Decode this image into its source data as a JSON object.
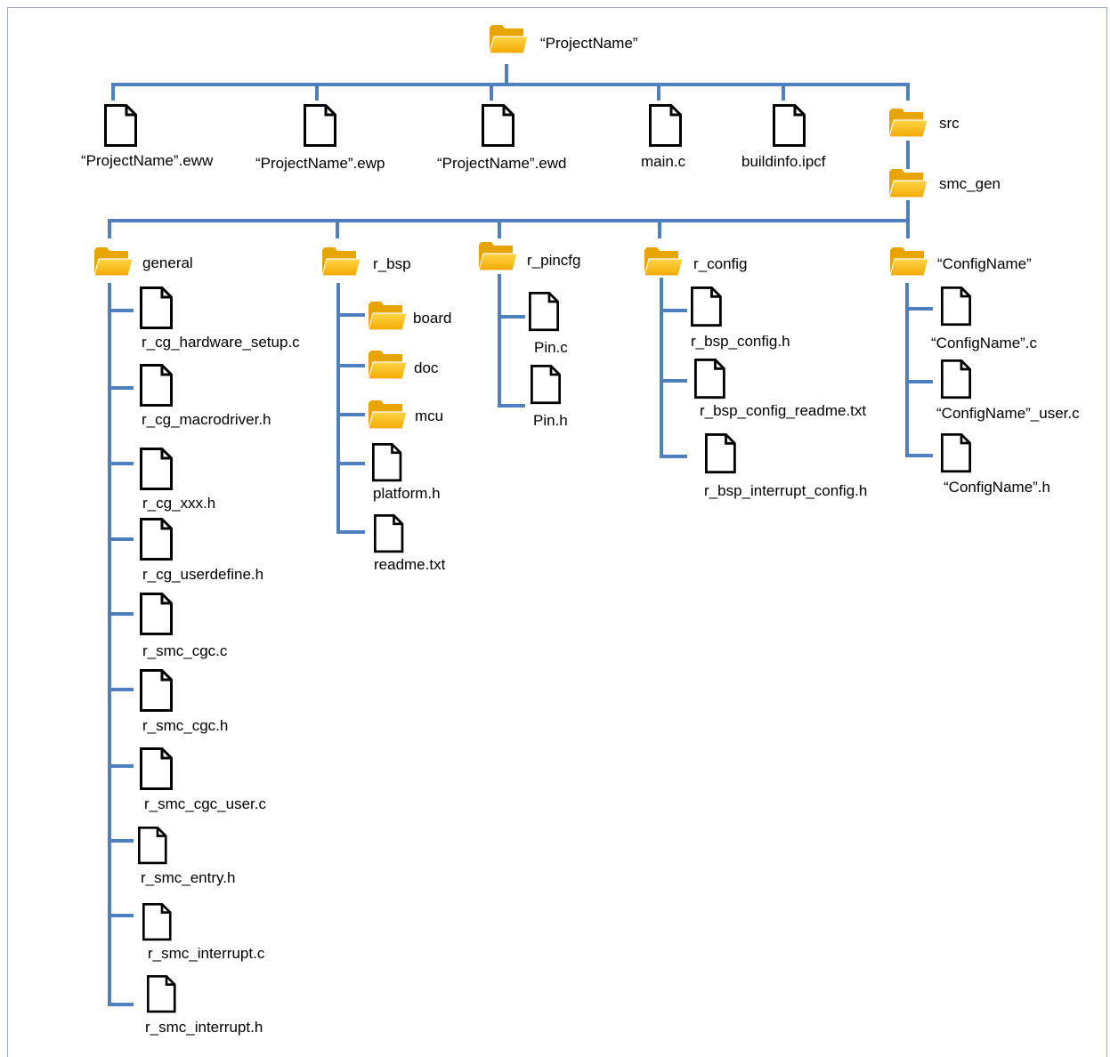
{
  "diagram": {
    "root": {
      "label": "“ProjectName”"
    },
    "top_files": {
      "eww": "“ProjectName”.eww",
      "ewp": "“ProjectName”.ewp",
      "ewd": "“ProjectName”.ewd",
      "main": "main.c",
      "buildinfo": "buildinfo.ipcf"
    },
    "src": {
      "label": "src"
    },
    "smc_gen": {
      "label": "smc_gen"
    },
    "general": {
      "label": "general",
      "files": [
        "r_cg_hardware_setup.c",
        "r_cg_macrodriver.h",
        "r_cg_xxx.h",
        "r_cg_userdefine.h",
        "r_smc_cgc.c",
        "r_smc_cgc.h",
        "r_smc_cgc_user.c",
        "r_smc_entry.h",
        "r_smc_interrupt.c",
        "r_smc_interrupt.h"
      ]
    },
    "r_bsp": {
      "label": "r_bsp",
      "folders": [
        "board",
        "doc",
        "mcu"
      ],
      "files": [
        "platform.h",
        "readme.txt"
      ]
    },
    "r_pincfg": {
      "label": "r_pincfg",
      "files": [
        "Pin.c",
        "Pin.h"
      ]
    },
    "r_config": {
      "label": "r_config",
      "files": [
        "r_bsp_config.h",
        "r_bsp_config_readme.txt",
        "r_bsp_interrupt_config.h"
      ]
    },
    "config": {
      "label": "“ConfigName”",
      "files": [
        "“ConfigName”.c",
        "“ConfigName”_user.c",
        "“ConfigName”.h"
      ]
    }
  }
}
